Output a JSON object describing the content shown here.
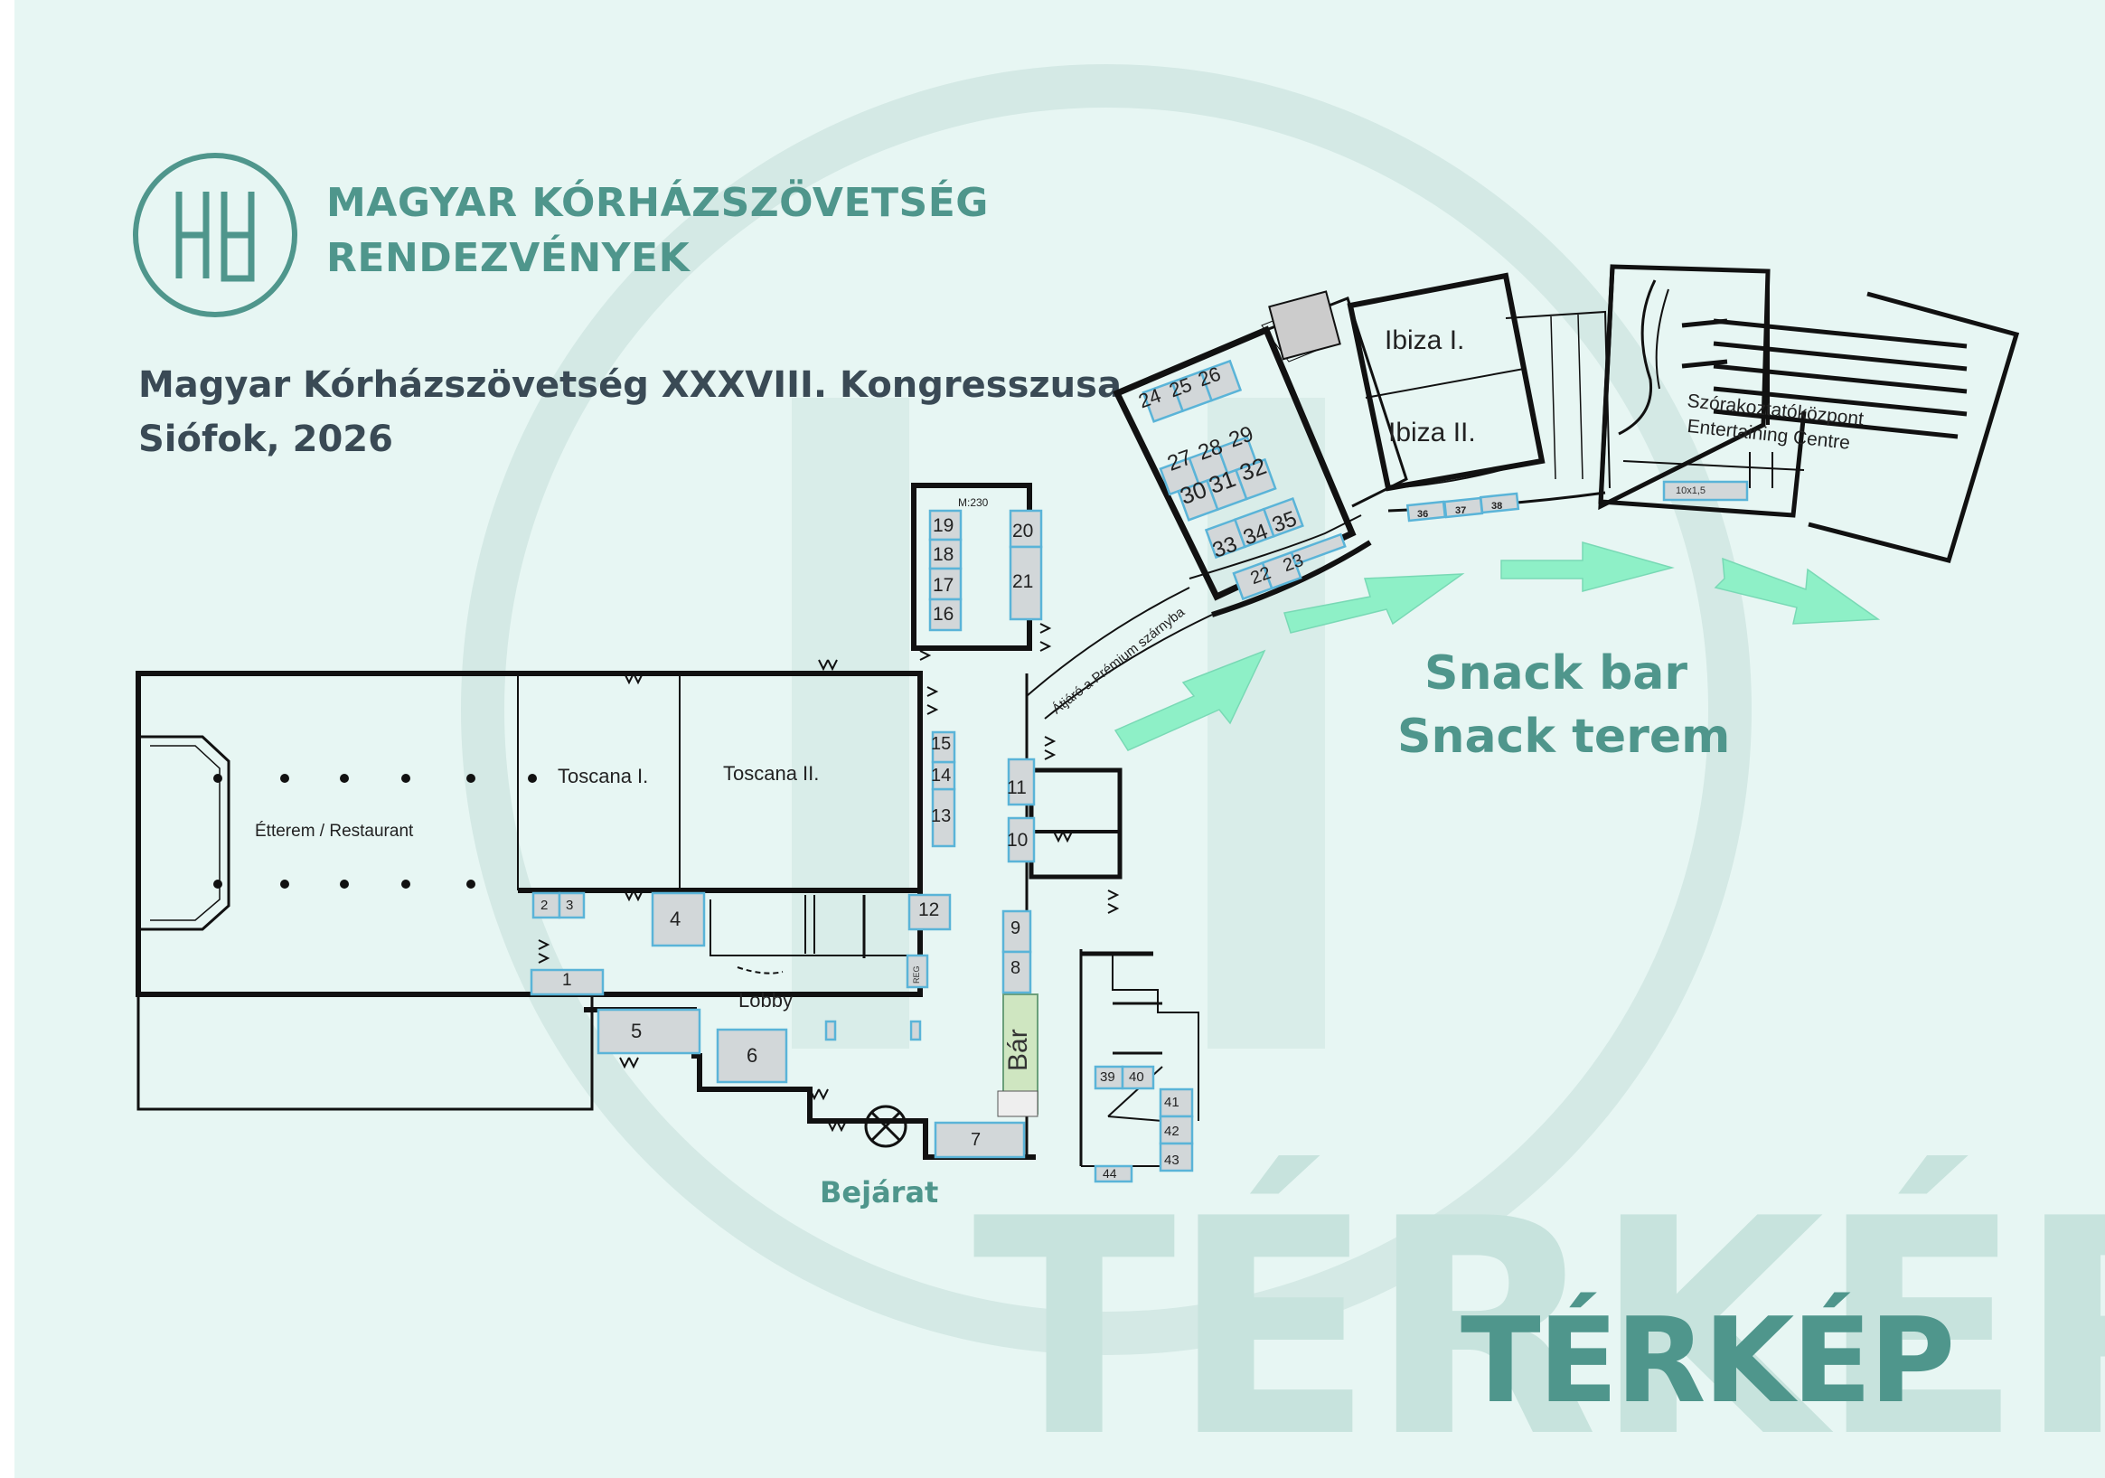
{
  "brand": {
    "line1": "MAGYAR KÓRHÁZSZÖVETSÉG",
    "line2": "RENDEZVÉNYEK"
  },
  "event": {
    "title": "Magyar Kórházszövetség XXXVIII. Kongresszusa",
    "place_year": "Siófok, 2026"
  },
  "watermark": "TÉRKÉP",
  "map_title": "TÉRKÉP",
  "snack": {
    "line1": "Snack bar",
    "line2": "Snack terem"
  },
  "rooms": {
    "restaurant": "Étterem / Restaurant",
    "toscana1": "Toscana I.",
    "toscana2": "Toscana II.",
    "lobby": "Lobby",
    "bar": "Bár",
    "ibiza1": "Ibiza I.",
    "ibiza2": "Ibiza II.",
    "entertainment_hu": "Szórakoztatóközpont",
    "entertainment_en": "Entertaining Centre",
    "passage": "Átjáró a Prémium szárnyba",
    "entrance": "Bejárat",
    "room_size": "M:230",
    "stand_size": "10x1,5",
    "reg": "REG"
  },
  "stands": [
    "1",
    "2",
    "3",
    "4",
    "5",
    "6",
    "7",
    "8",
    "9",
    "10",
    "11",
    "12",
    "13",
    "14",
    "15",
    "16",
    "17",
    "18",
    "19",
    "20",
    "21",
    "22",
    "23",
    "24",
    "25",
    "26",
    "27",
    "28",
    "29",
    "30",
    "31",
    "32",
    "33",
    "34",
    "35",
    "36",
    "37",
    "38",
    "39",
    "40",
    "41",
    "42",
    "43",
    "44"
  ],
  "colors": {
    "brand_teal": "#4f968c",
    "background": "#e7f6f3",
    "arrow_fill": "#8ef0c7",
    "stand_fill": "#d2d7d9",
    "stand_border": "#5ab4d8",
    "bar_fill": "#cfe6c1"
  },
  "icons": [
    "hospital-h-logo-icon",
    "entrance-lamp-icon",
    "direction-arrow-icon"
  ]
}
